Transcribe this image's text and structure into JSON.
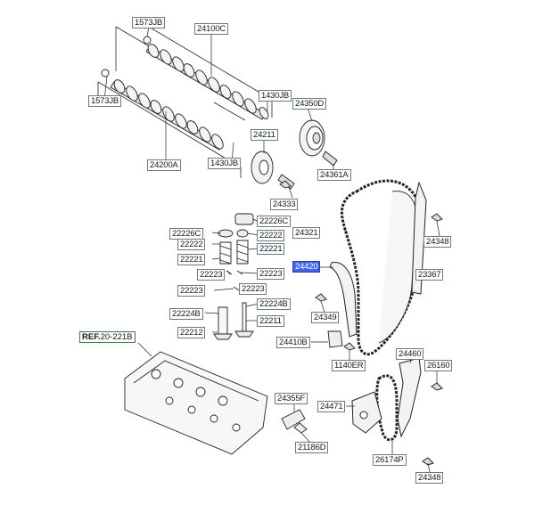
{
  "colors": {
    "highlight": "#3f64e6",
    "ref_border": "#3d7a3d",
    "label_border": "#6a7a88",
    "line": "#222222"
  },
  "labels": {
    "p1573JB_top": "1573JB",
    "p24100C": "24100C",
    "p1430JB_top": "1430JB",
    "p24350D": "24350D",
    "p1573JB_mid": "1573JB",
    "p24211": "24211",
    "p24361A": "24361A",
    "p24200A": "24200A",
    "p1430JB_mid": "1430JB",
    "p24333": "24333",
    "p22226C_r": "22226C",
    "p22226C_l": "22226C",
    "p22222_l": "22222",
    "p22222_r": "22222",
    "p22221_l": "22221",
    "p22221_r": "22221",
    "p22223_a": "22223",
    "p22223_b": "22223",
    "p22223_c": "22223",
    "p22223_d": "22223",
    "p24321": "24321",
    "p24348_top": "24348",
    "p24420": "24420",
    "p23367": "23367",
    "p24349": "24349",
    "p22224B_r": "22224B",
    "p22224B_l": "22224B",
    "p22211": "22211",
    "p22212": "22212",
    "p24410B": "24410B",
    "p1140ER": "1140ER",
    "ref_prefix": "REF.",
    "ref_value": "20-221B",
    "p24460": "24460",
    "p26160": "26160",
    "p24355F": "24355F",
    "p24471": "24471",
    "p21186D": "21186D",
    "p26174P": "26174P",
    "p24348_bot": "24348"
  }
}
